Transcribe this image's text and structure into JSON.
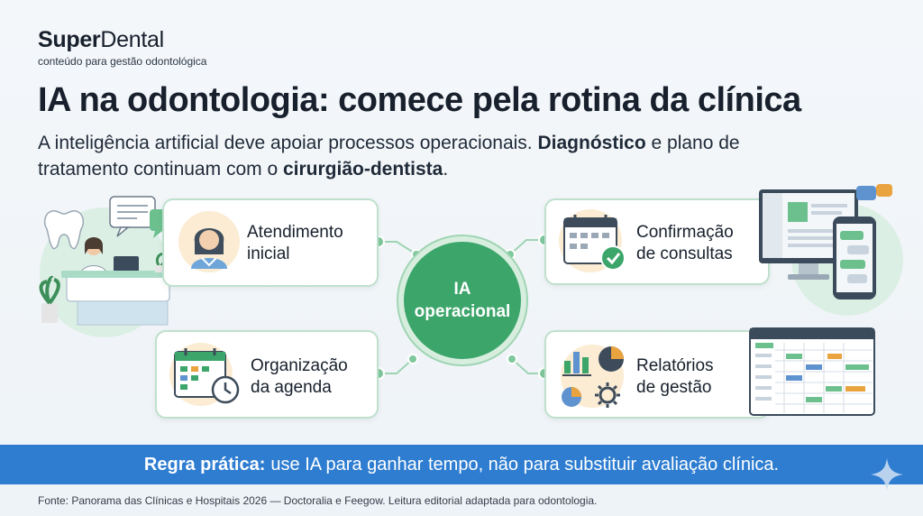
{
  "brand": {
    "name_bold": "Super",
    "name_light": "Dental",
    "tagline": "conteúdo para gestão odontológica"
  },
  "title": "IA na odontologia: comece pela rotina da clínica",
  "subtitle": {
    "part1": "A inteligência artificial deve apoiar processos operacionais. ",
    "bold1": "Diagnóstico",
    "part2": " e plano de tratamento continuam com o ",
    "bold2": "cirurgião-dentista",
    "part3": "."
  },
  "center": {
    "line1": "IA",
    "line2": "operacional"
  },
  "cards": {
    "atendimento": {
      "line1": "Atendimento",
      "line2": "inicial"
    },
    "confirmacao": {
      "line1": "Confirmação",
      "line2": "de consultas"
    },
    "agenda": {
      "line1": "Organização",
      "line2": "da agenda"
    },
    "relatorios": {
      "line1": "Relatórios",
      "line2": "de gestão"
    }
  },
  "rule": {
    "label": "Regra prática:",
    "text": "use IA para ganhar tempo, não para substituir avaliação clínica."
  },
  "source": "Fonte: Panorama das Clínicas e Hospitais 2026 — Doctoralia e Feegow. Leitura editorial adaptada para odontologia.",
  "colors": {
    "green": "#3ca56a",
    "blue": "#2e7dd1",
    "card_border": "#bfe0cc",
    "icon_bg": "#fbecd3"
  },
  "icons": [
    "tooth-icon",
    "receptionist-icon",
    "chat-bubble-icon",
    "calendar-check-icon",
    "calendar-clock-icon",
    "bar-chart-icon",
    "pie-chart-icon",
    "gear-icon",
    "monitor-icon",
    "smartphone-icon",
    "spreadsheet-icon",
    "sparkle-icon"
  ]
}
